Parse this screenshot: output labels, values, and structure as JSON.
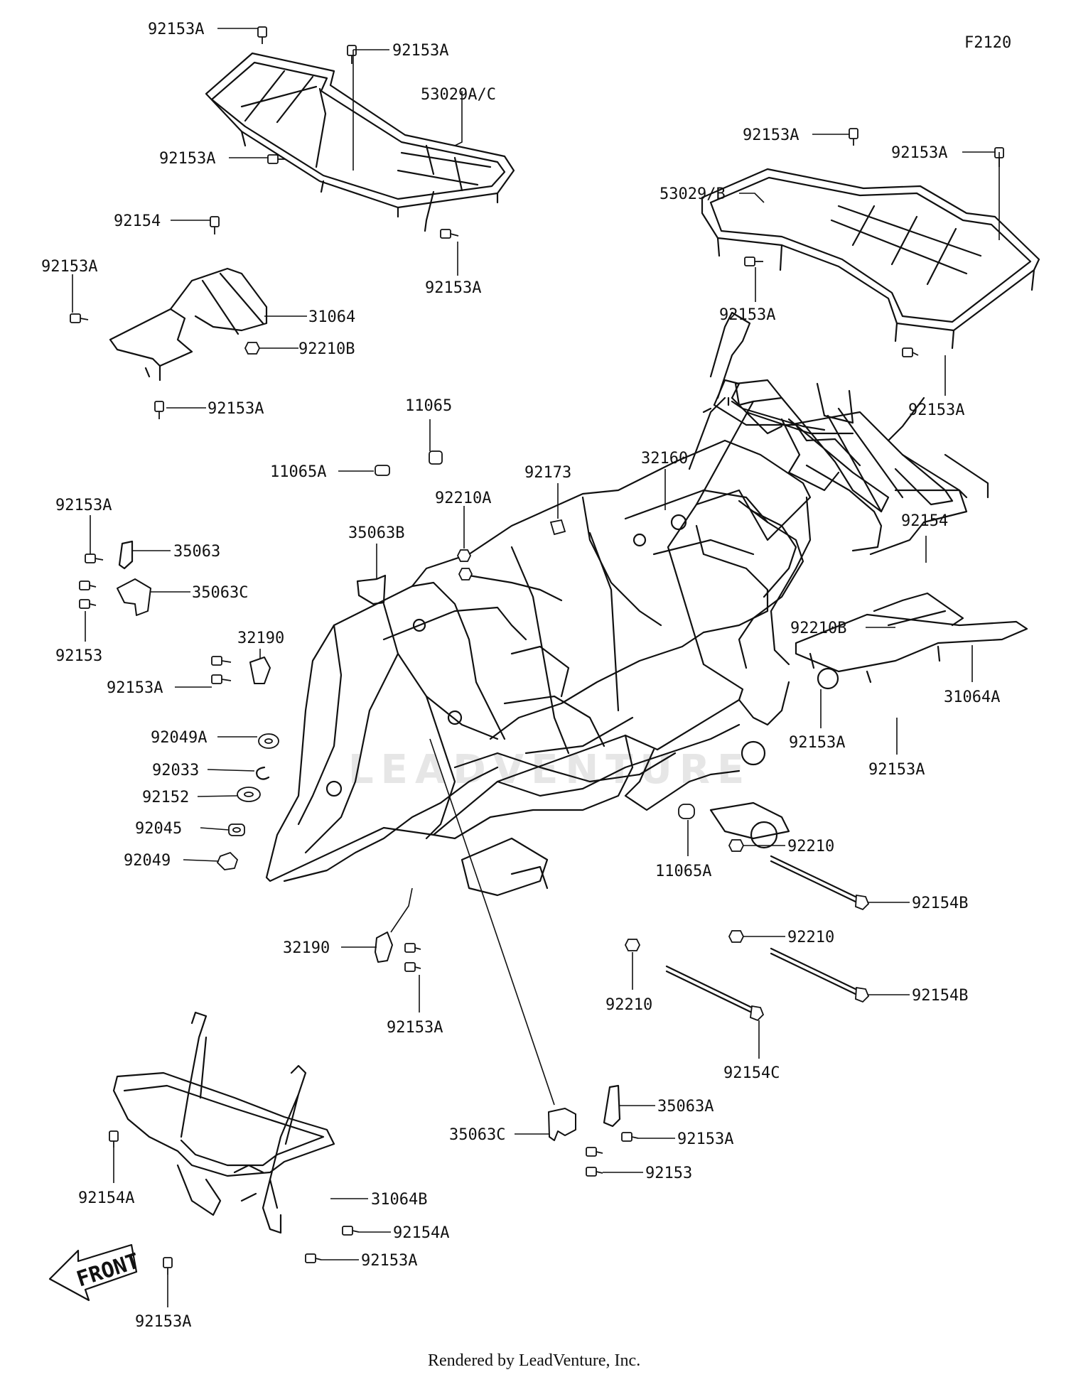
{
  "diagram_code": "F2120",
  "watermark": "LEADVENTURE",
  "front_label": "FRONT",
  "footer": "Rendered by LeadVenture, Inc.",
  "callouts": [
    {
      "id": "c01",
      "text": "92153A"
    },
    {
      "id": "c02",
      "text": "92153A"
    },
    {
      "id": "c03",
      "text": "53029A/C"
    },
    {
      "id": "c04",
      "text": "92153A"
    },
    {
      "id": "c05",
      "text": "92153A"
    },
    {
      "id": "c06",
      "text": "92154"
    },
    {
      "id": "c07",
      "text": "92153A"
    },
    {
      "id": "c08",
      "text": "31064"
    },
    {
      "id": "c09",
      "text": "92210B"
    },
    {
      "id": "c10",
      "text": "92153A"
    },
    {
      "id": "c11",
      "text": "92153A"
    },
    {
      "id": "c12",
      "text": "92153A"
    },
    {
      "id": "c13",
      "text": "53029/B"
    },
    {
      "id": "c14",
      "text": "92153A"
    },
    {
      "id": "c15",
      "text": "92153A"
    },
    {
      "id": "c16",
      "text": "11065"
    },
    {
      "id": "c17",
      "text": "11065A"
    },
    {
      "id": "c18",
      "text": "32160"
    },
    {
      "id": "c19",
      "text": "92173"
    },
    {
      "id": "c20",
      "text": "92210A"
    },
    {
      "id": "c21",
      "text": "92153A"
    },
    {
      "id": "c22",
      "text": "35063"
    },
    {
      "id": "c23",
      "text": "35063B"
    },
    {
      "id": "c24",
      "text": "35063C"
    },
    {
      "id": "c25",
      "text": "92153"
    },
    {
      "id": "c26",
      "text": "92154"
    },
    {
      "id": "c27",
      "text": "92210B"
    },
    {
      "id": "c28",
      "text": "31064A"
    },
    {
      "id": "c29",
      "text": "92153A"
    },
    {
      "id": "c30",
      "text": "92153A"
    },
    {
      "id": "c31",
      "text": "32190"
    },
    {
      "id": "c32",
      "text": "92153A"
    },
    {
      "id": "c33",
      "text": "92049A"
    },
    {
      "id": "c34",
      "text": "92033"
    },
    {
      "id": "c35",
      "text": "92152"
    },
    {
      "id": "c36",
      "text": "92045"
    },
    {
      "id": "c37",
      "text": "92049"
    },
    {
      "id": "c38",
      "text": "11065A"
    },
    {
      "id": "c39",
      "text": "92210"
    },
    {
      "id": "c40",
      "text": "92154B"
    },
    {
      "id": "c41",
      "text": "92210"
    },
    {
      "id": "c42",
      "text": "92154B"
    },
    {
      "id": "c43",
      "text": "32190"
    },
    {
      "id": "c44",
      "text": "92153A"
    },
    {
      "id": "c45",
      "text": "92210"
    },
    {
      "id": "c46",
      "text": "92154C"
    },
    {
      "id": "c47",
      "text": "35063A"
    },
    {
      "id": "c48",
      "text": "35063C"
    },
    {
      "id": "c49",
      "text": "92153A"
    },
    {
      "id": "c50",
      "text": "92153"
    },
    {
      "id": "c51",
      "text": "92154A"
    },
    {
      "id": "c52",
      "text": "31064B"
    },
    {
      "id": "c53",
      "text": "92154A"
    },
    {
      "id": "c54",
      "text": "92153A"
    },
    {
      "id": "c55",
      "text": "92153A"
    }
  ]
}
